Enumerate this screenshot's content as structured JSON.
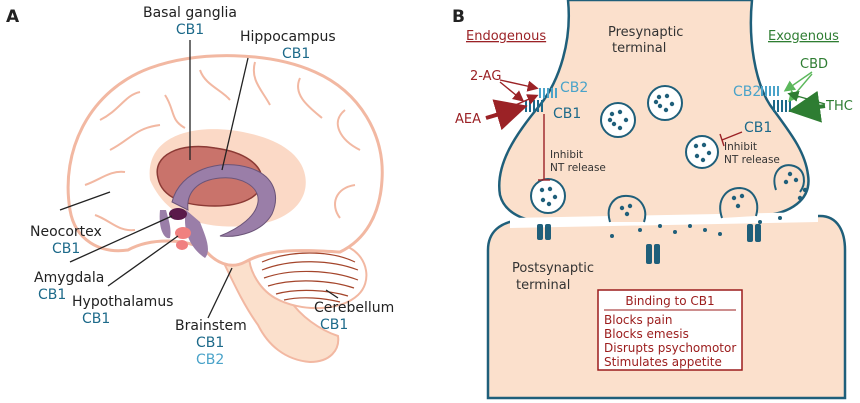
{
  "panel_a": {
    "letter": "A",
    "labels": {
      "basal_ganglia": "Basal ganglia",
      "basal_ganglia_cb": "CB1",
      "hippocampus": "Hippocampus",
      "hippocampus_cb": "CB1",
      "neocortex": "Neocortex",
      "neocortex_cb": "CB1",
      "amygdala": "Amygdala",
      "amygdala_cb": "CB1",
      "hypothalamus": "Hypothalamus",
      "hypothalamus_cb": "CB1",
      "brainstem": "Brainstem",
      "brainstem_cb1": "CB1",
      "brainstem_cb2": "CB2",
      "cerebellum": "Cerebellum",
      "cerebellum_cb": "CB1"
    }
  },
  "panel_b": {
    "letter": "B",
    "endogenous": "Endogenous",
    "exogenous": "Exogenous",
    "presynaptic": [
      "Presynaptic",
      "terminal"
    ],
    "postsynaptic": [
      "Postsynaptic",
      "terminal"
    ],
    "left": {
      "ligand1": "2-AG",
      "ligand2": "AEA",
      "cb2": "CB2",
      "cb1": "CB1",
      "inhibit": [
        "Inhibit",
        "NT release"
      ]
    },
    "right": {
      "ligand1": "CBD",
      "ligand2": "THC",
      "cb2": "CB2",
      "cb1": "CB1",
      "inhibit": [
        "Inhibit",
        "NT release"
      ]
    },
    "box": {
      "title": "Binding to CB1",
      "items": [
        "Blocks pain",
        "Blocks emesis",
        "Disrupts psychomotor",
        "Stimulates appetite"
      ]
    }
  },
  "colors": {
    "brain_outline": "#f2b8a2",
    "tissue": "#fbe0cc",
    "membrane": "#1f5f7a",
    "endogenous": "#9b2226",
    "exogenous": "#2e7d32",
    "receptor_cb1": "#1d6a8a",
    "receptor_cb2": "#4aa3c9"
  }
}
